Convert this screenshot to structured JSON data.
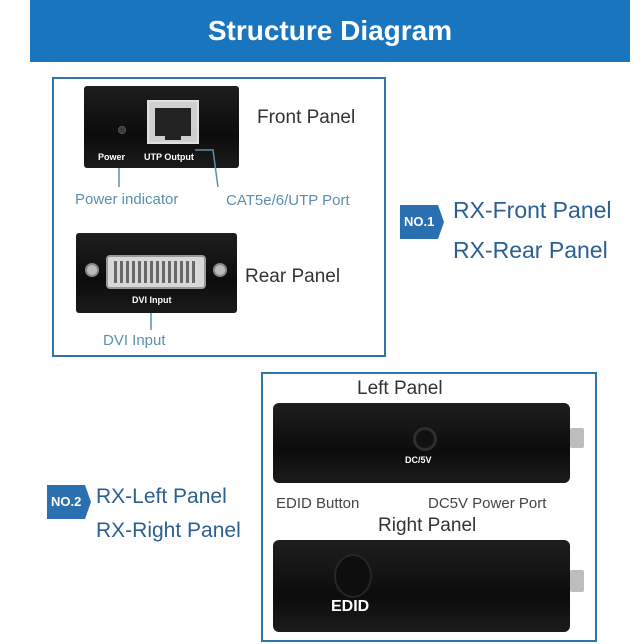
{
  "header": {
    "title": "Structure Diagram"
  },
  "section1": {
    "badge": "NO.1",
    "line1": "RX-Front Panel",
    "line2": "RX-Rear Panel",
    "front_panel_title": "Front Panel",
    "power_label": "Power",
    "utp_label": "UTP Output",
    "power_indicator": "Power indicator",
    "cat_port": "CAT5e/6/UTP Port",
    "rear_panel_title": "Rear Panel",
    "dvi_device_label": "DVI Input",
    "dvi_caption": "DVI Input"
  },
  "section2": {
    "badge": "NO.2",
    "line1": "RX-Left Panel",
    "line2": "RX-Right Panel",
    "left_panel_title": "Left Panel",
    "dc_label": "DC/5V",
    "dc_caption": "DC5V Power Port",
    "edid_button_caption": "EDID Button",
    "right_panel_title": "Right Panel",
    "edid_device_label": "EDID"
  }
}
